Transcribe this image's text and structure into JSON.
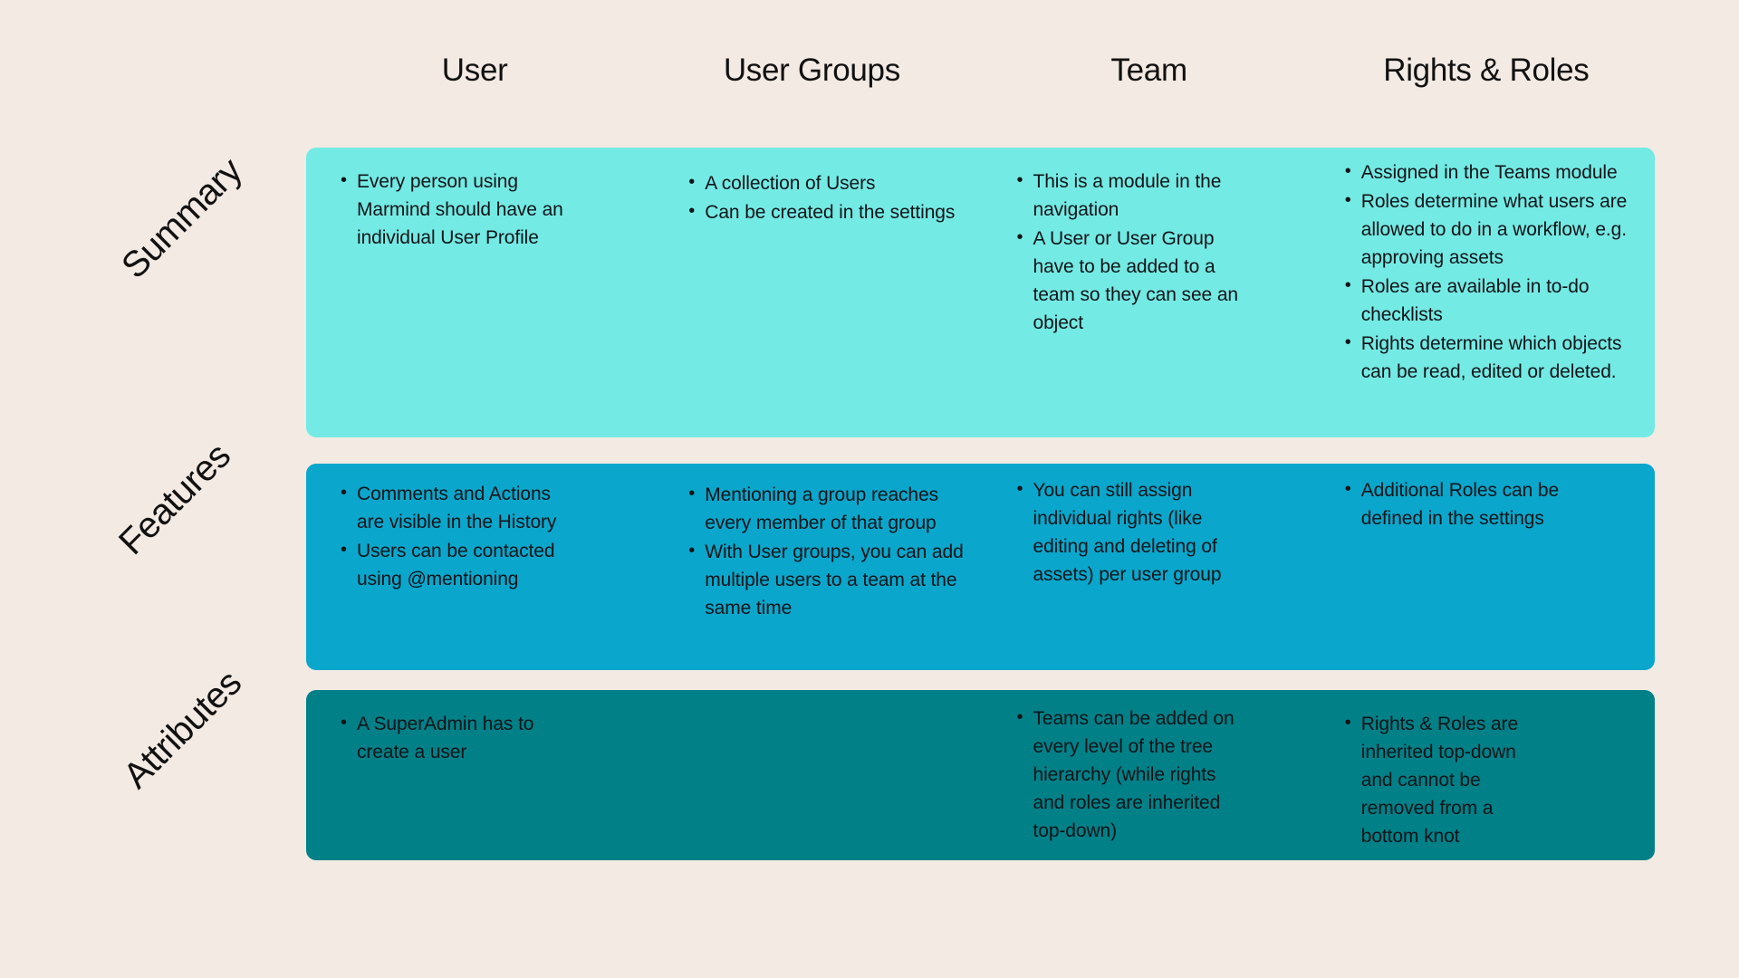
{
  "columns": [
    {
      "label": "User"
    },
    {
      "label": "User Groups"
    },
    {
      "label": "Team"
    },
    {
      "label": "Rights & Roles"
    }
  ],
  "rows": [
    {
      "label": "Summary",
      "color": "#74EAE4",
      "cells": [
        {
          "items": [
            "Every person using Marmind should have an individual User Profile"
          ]
        },
        {
          "items": [
            "A collection of Users",
            "Can be created in the settings"
          ]
        },
        {
          "items": [
            "This is a module in the navigation",
            "A User or User Group have to be added to a team so they can see an object"
          ]
        },
        {
          "items": [
            "Assigned in the Teams module",
            "Roles determine what users are allowed to do in a workflow, e.g. approving assets",
            "Roles are available in to-do checklists",
            "Rights determine which objects can be read, edited or deleted."
          ]
        }
      ]
    },
    {
      "label": "Features",
      "color": "#0BA6CB",
      "cells": [
        {
          "items": [
            "Comments and Actions are visible in the History",
            "Users can be contacted using @mentioning"
          ]
        },
        {
          "items": [
            "Mentioning a group reaches every member of that group",
            "With User groups, you can add multiple users to a team at the same time"
          ]
        },
        {
          "items": [
            "You can still assign individual rights (like editing and deleting of assets) per user group"
          ]
        },
        {
          "items": [
            "Additional Roles can be defined in the settings"
          ]
        }
      ]
    },
    {
      "label": "Attributes",
      "color": "#018087",
      "cells": [
        {
          "items": [
            "A SuperAdmin has to create a user"
          ]
        },
        {
          "items": []
        },
        {
          "items": [
            "Teams can be added on every level of the tree hierarchy (while rights and roles are inherited top-down)"
          ]
        },
        {
          "items": [
            "Rights & Roles are inherited top-down and cannot be removed from a bottom knot"
          ]
        }
      ]
    }
  ],
  "theme": {
    "background": "#F2EAE3",
    "text": "#101418"
  }
}
